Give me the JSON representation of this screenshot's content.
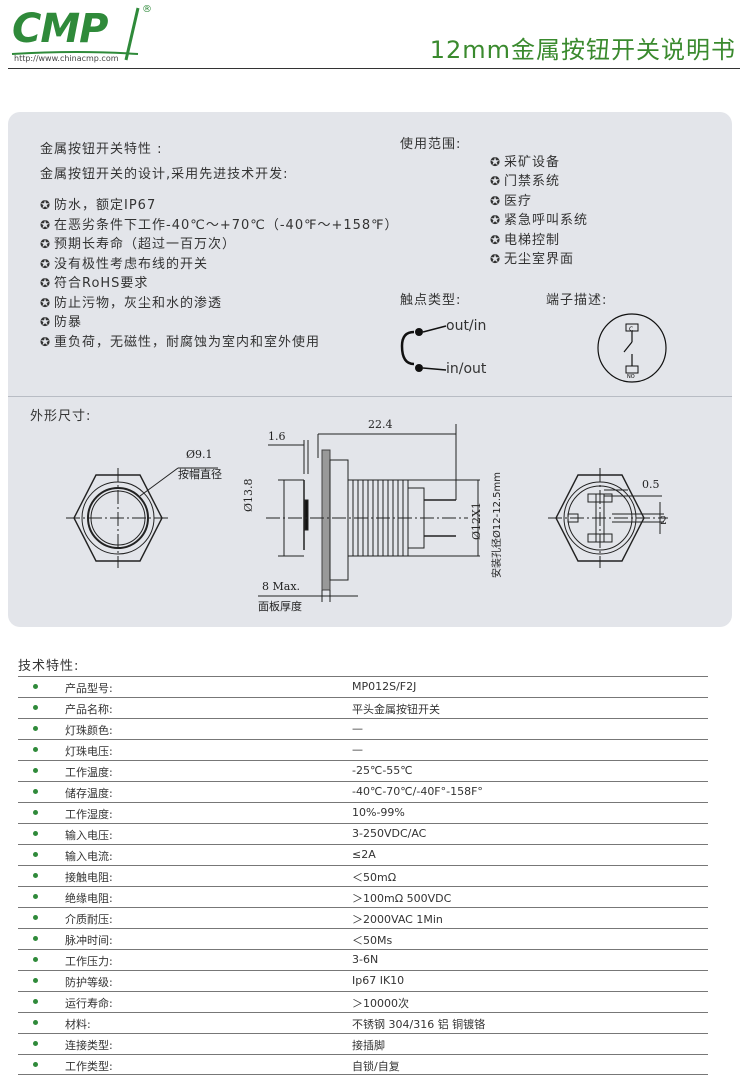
{
  "header": {
    "logo_text": "CMP",
    "logo_reg": "®",
    "logo_url": "http://www.chinacmp.com",
    "title": "12mm金属按钮开关说明书"
  },
  "features": {
    "title": "金属按钮开关特性 :",
    "subtitle": "金属按钮开关的设计,采用先进技术开发:",
    "items": [
      "防水，额定IP67",
      "在恶劣条件下工作-40℃～+70℃（-40℉～+158℉）",
      "预期长寿命（超过一百万次）",
      "没有极性考虑布线的开关",
      "符合RoHS要求",
      "防止污物，灰尘和水的渗透",
      "防暴",
      "重负荷，无磁性，耐腐蚀为室内和室外使用"
    ]
  },
  "usage": {
    "title": "使用范围:",
    "items": [
      "采矿设备",
      "门禁系统",
      "医疗",
      "紧急呼叫系统",
      "电梯控制",
      "无尘室界面"
    ]
  },
  "contact": {
    "title": "触点类型:",
    "out_in": "out/in",
    "in_out": "in/out"
  },
  "terminal": {
    "title": "端子描述:",
    "c_label": "C",
    "no_label": "NO"
  },
  "dimensions": {
    "title": "外形尺寸:",
    "cap_dia": "Ø9.1",
    "cap_label": "按帽直径",
    "d_1_6": "1.6",
    "d_22_4": "22.4",
    "d_13_8": "Ø13.8",
    "d_m12": "Ø12X1",
    "mount_hole": "安装孔径Ø12-12.5mm",
    "d_8max": "8 Max.",
    "panel_thick": "面板厚度",
    "d_0_5": "0.5",
    "d_2": "2"
  },
  "specs": {
    "title": "技术特性:",
    "rows": [
      {
        "label": "产品型号:",
        "value": "MP012S/F2J"
      },
      {
        "label": "产品名称:",
        "value": "平头金属按钮开关"
      },
      {
        "label": "灯珠颜色:",
        "value": "—"
      },
      {
        "label": "灯珠电压:",
        "value": "—"
      },
      {
        "label": "工作温度:",
        "value": "-25℃-55℃"
      },
      {
        "label": "储存温度:",
        "value": "-40℃-70℃/-40F°-158F°"
      },
      {
        "label": "工作湿度:",
        "value": "10%-99%"
      },
      {
        "label": "输入电压:",
        "value": "3-250VDC/AC"
      },
      {
        "label": "输入电流:",
        "value": "≤2A"
      },
      {
        "label": "接触电阻:",
        "value": "＜50mΩ"
      },
      {
        "label": "绝缘电阻:",
        "value": "＞100mΩ   500VDC"
      },
      {
        "label": "介质耐压:",
        "value": "＞2000VAC  1Min"
      },
      {
        "label": "脉冲时间:",
        "value": "＜50Ms"
      },
      {
        "label": "工作压力:",
        "value": "3-6N"
      },
      {
        "label": "防护等级:",
        "value": "Ip67 IK10"
      },
      {
        "label": "运行寿命:",
        "value": "＞10000次"
      },
      {
        "label": "材料:",
        "value": "不锈钢 304/316  铝  铜镀铬"
      },
      {
        "label": "连接类型:",
        "value": "接插脚"
      },
      {
        "label": "工作类型:",
        "value": "自锁/自复"
      }
    ]
  }
}
